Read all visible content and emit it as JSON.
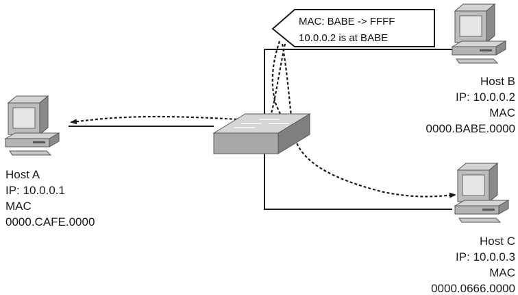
{
  "callout": {
    "line1": "MAC: BABE -> FFFF",
    "line2": "10.0.0.2 is at BABE"
  },
  "hosts": {
    "a": {
      "name": "Host A",
      "ip": "IP: 10.0.0.1",
      "mac_label": "MAC",
      "mac": "0000.CAFE.0000"
    },
    "b": {
      "name": "Host B",
      "ip": "IP: 10.0.0.2",
      "mac_label": "MAC",
      "mac": "0000.BABE.0000"
    },
    "c": {
      "name": "Host C",
      "ip": "IP: 10.0.0.3",
      "mac_label": "MAC",
      "mac": "0000.0666.0000"
    }
  },
  "icons": {
    "computer": "computer-icon",
    "switch": "network-switch-icon"
  },
  "colors": {
    "device_light": "#d4d4d4",
    "device_mid": "#a6a6a6",
    "device_dark": "#7a7a7a",
    "screen": "#e6e6e6",
    "line": "#1a1a1a"
  }
}
